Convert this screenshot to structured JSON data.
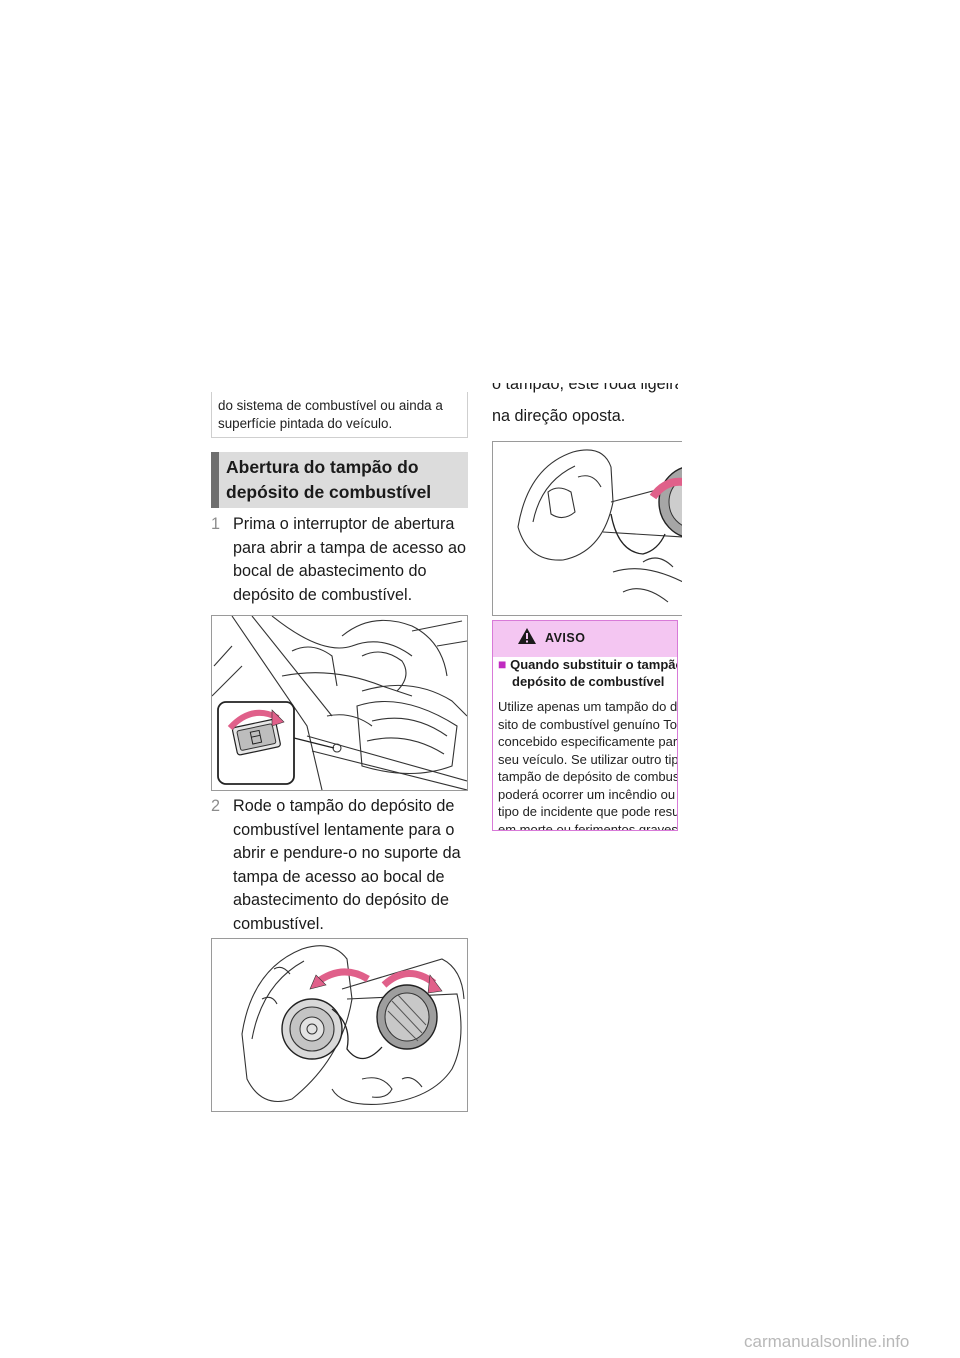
{
  "note": {
    "line1": "do sistema de combustível ou ainda a",
    "line2": "superfície pintada do veículo."
  },
  "section": {
    "title_line1": "Abertura do tampão do",
    "title_line2": "depósito de combustível"
  },
  "steps": [
    {
      "number": "1",
      "lines": [
        "Prima o interruptor de abertura",
        "para abrir a tampa de acesso ao",
        "bocal de abastecimento do",
        "depósito de combustível."
      ]
    },
    {
      "number": "2",
      "lines": [
        "Rode o tampão do depósito de",
        "combustível lentamente para o",
        "abrir e pendure-o no suporte da",
        "tampa de acesso ao bocal de",
        "abastecimento do depósito de",
        "combustível."
      ]
    }
  ],
  "column2": {
    "cut_line": "o tampão, este roda ligeiramente",
    "line2": "na direção oposta."
  },
  "warning": {
    "title": "AVISO",
    "subtitle_line1": "Quando substituir o tampão do",
    "subtitle_line2": "depósito de combustível",
    "body": [
      "Utilize apenas um tampão do depó-",
      "sito de combustível genuíno Toyota",
      "concebido especificamente para o",
      "seu veículo. Se utilizar outro tipo de",
      "tampão de depósito de combustível,",
      "poderá ocorrer um incêndio ou outro",
      "tipo de incidente que pode resultar",
      "em morte ou ferimentos graves."
    ]
  },
  "watermark": "carmanualsonline.info",
  "colors": {
    "accent_pink": "#f4c6f2",
    "warning_border": "#d87ad8",
    "arrow_pink": "#e0608a",
    "header_gray": "#dcdcdc"
  }
}
